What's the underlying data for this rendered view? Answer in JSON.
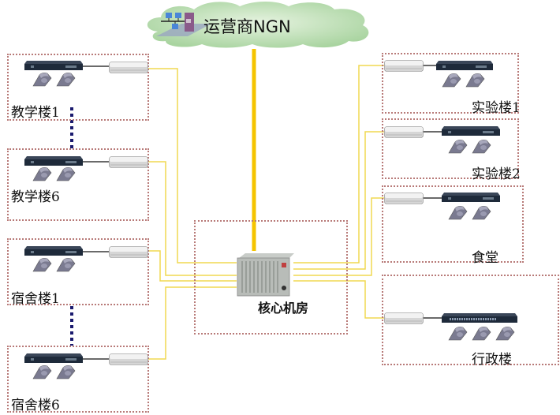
{
  "diagram_title": "运营商NGN",
  "cloud": {
    "label": "运营商NGN",
    "icon": "network-servers-icon"
  },
  "core": {
    "label": "核心机房",
    "icon": "core-switch-rack-icon"
  },
  "buildings_left": [
    {
      "label": "教学楼1",
      "phones": 2
    },
    {
      "label": "教学楼6",
      "phones": 2
    },
    {
      "label": "宿舍楼1",
      "phones": 2
    },
    {
      "label": "宿舍楼6",
      "phones": 2
    }
  ],
  "buildings_right": [
    {
      "label": "实验楼1",
      "phones": 2
    },
    {
      "label": "实验楼2",
      "phones": 2
    },
    {
      "label": "食堂",
      "phones": 2
    },
    {
      "label": "行政楼",
      "phones": 3
    }
  ],
  "colors": {
    "uplink": "#f5c400",
    "branch_link": "#f0d850",
    "box_border": "#b87a78",
    "ellipsis_dots": "#1a1a6e",
    "cloud_fill": "#b8dcb0"
  }
}
